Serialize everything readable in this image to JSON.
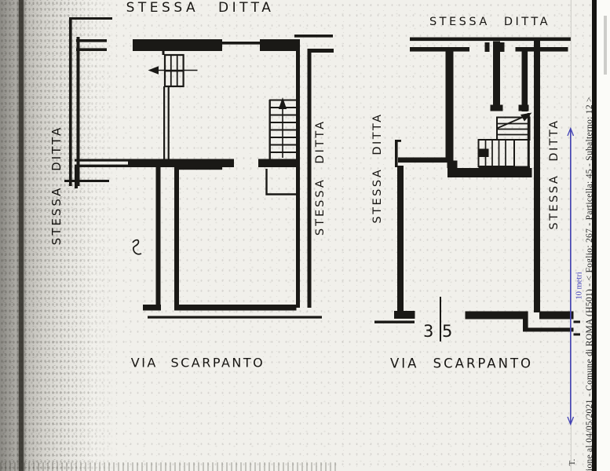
{
  "plan": {
    "labels": {
      "top_left": "STESSA DITTA",
      "top_right": "STESSA DITTA",
      "side_far_left": "STESSA DITTA",
      "side_inner_left": "STESSA DITTA",
      "side_inner_right": "STESSA DITTA",
      "side_far_right": "STESSA DITTA",
      "street_left": "VIA SCARPANTO",
      "street_right": "VIA SCARPANTO",
      "civic_left": "3",
      "civic_right": "5"
    }
  },
  "margin": {
    "registry_line": "ione al 04/05/2021 - Comune di ROMA (H501) - < Foglio: 267 - Particella: 45 - Subalterno: 12 >",
    "registry_fragment": "T.",
    "scale_label": "10 metri"
  },
  "colors": {
    "ink": "#1a1916",
    "paper": "#f1f0eb",
    "margin_paper": "#fbfbf8",
    "scale_blue": "#4343b4",
    "border_black": "#141310"
  }
}
